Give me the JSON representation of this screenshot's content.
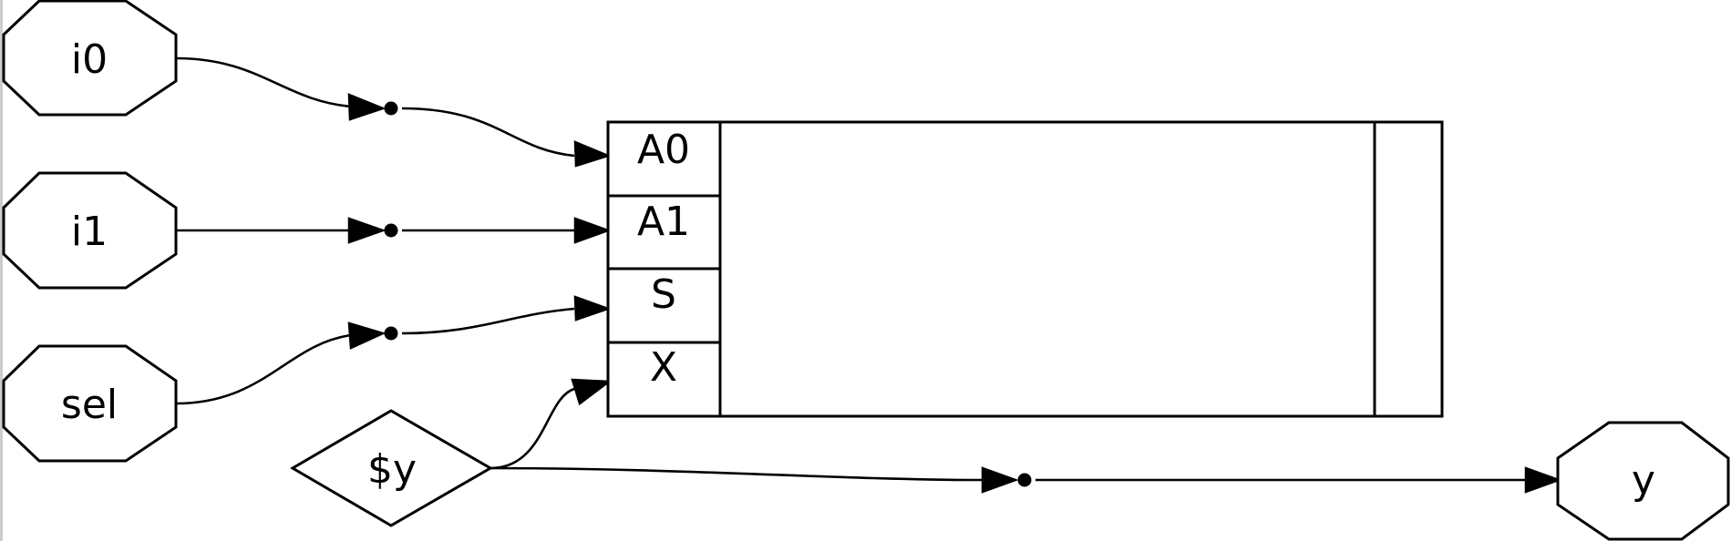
{
  "inputs": {
    "i0": "i0",
    "i1": "i1",
    "sel": "sel"
  },
  "cell": {
    "ports": [
      "A0",
      "A1",
      "S",
      "X"
    ]
  },
  "constant": "$y",
  "output": "y"
}
